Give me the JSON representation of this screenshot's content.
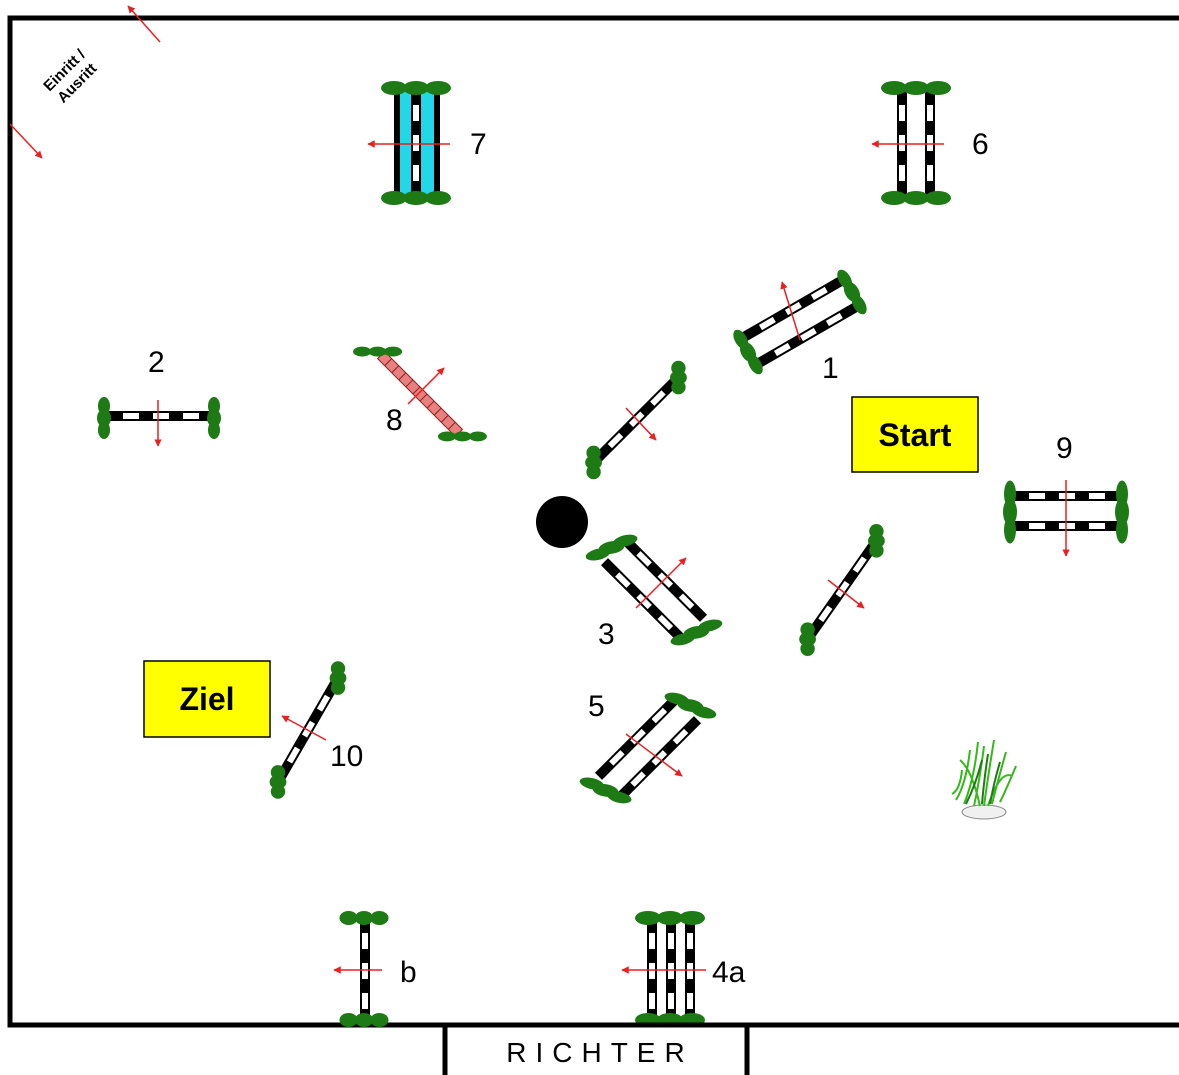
{
  "arena": {
    "entry_label_line1": "Einritt /",
    "entry_label_line2": "Ausritt",
    "judge_label": "RICHTER"
  },
  "markers": {
    "start": "Start",
    "finish": "Ziel"
  },
  "obstacles": [
    {
      "id": "1",
      "label": "1"
    },
    {
      "id": "2",
      "label": "2"
    },
    {
      "id": "3",
      "label": "3"
    },
    {
      "id": "4a",
      "label": "4a"
    },
    {
      "id": "5",
      "label": "5"
    },
    {
      "id": "6",
      "label": "6"
    },
    {
      "id": "7",
      "label": "7"
    },
    {
      "id": "8",
      "label": "8"
    },
    {
      "id": "9",
      "label": "9"
    },
    {
      "id": "10",
      "label": "10"
    },
    {
      "id": "b",
      "label": "b"
    }
  ],
  "colors": {
    "arena_border": "#000000",
    "pole_black": "#000000",
    "pole_white": "#ffffff",
    "bush": "#1e7a14",
    "arrow": "#e82020",
    "water_jump": "#22d8e8",
    "brick_pole": "#e88080",
    "marker_fill": "#ffff00"
  },
  "icons": [
    "turning-point-icon",
    "grass-tuft-icon",
    "direction-arrow-icon"
  ]
}
